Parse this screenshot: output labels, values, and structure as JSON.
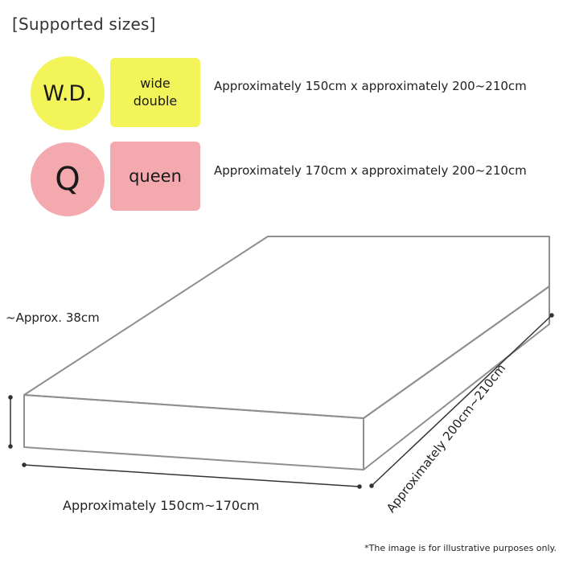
{
  "heading": "[Supported sizes]",
  "sizes": {
    "wide_double": {
      "code": "W.D.",
      "name_line1": "wide",
      "name_line2": "double",
      "dimensions": "Approximately 150cm x approximately 200~210cm",
      "color": "#f3f35a"
    },
    "queen": {
      "code": "Q",
      "name": "queen",
      "dimensions": "Approximately 170cm x approximately 200~210cm",
      "color": "#f3a9ae"
    }
  },
  "diagram": {
    "height_label": "~Approx. 38cm",
    "width_label": "Approximately 150cm~170cm",
    "length_label": "Approximately 200cm~210cm"
  },
  "note": "*The image is for illustrative purposes only."
}
